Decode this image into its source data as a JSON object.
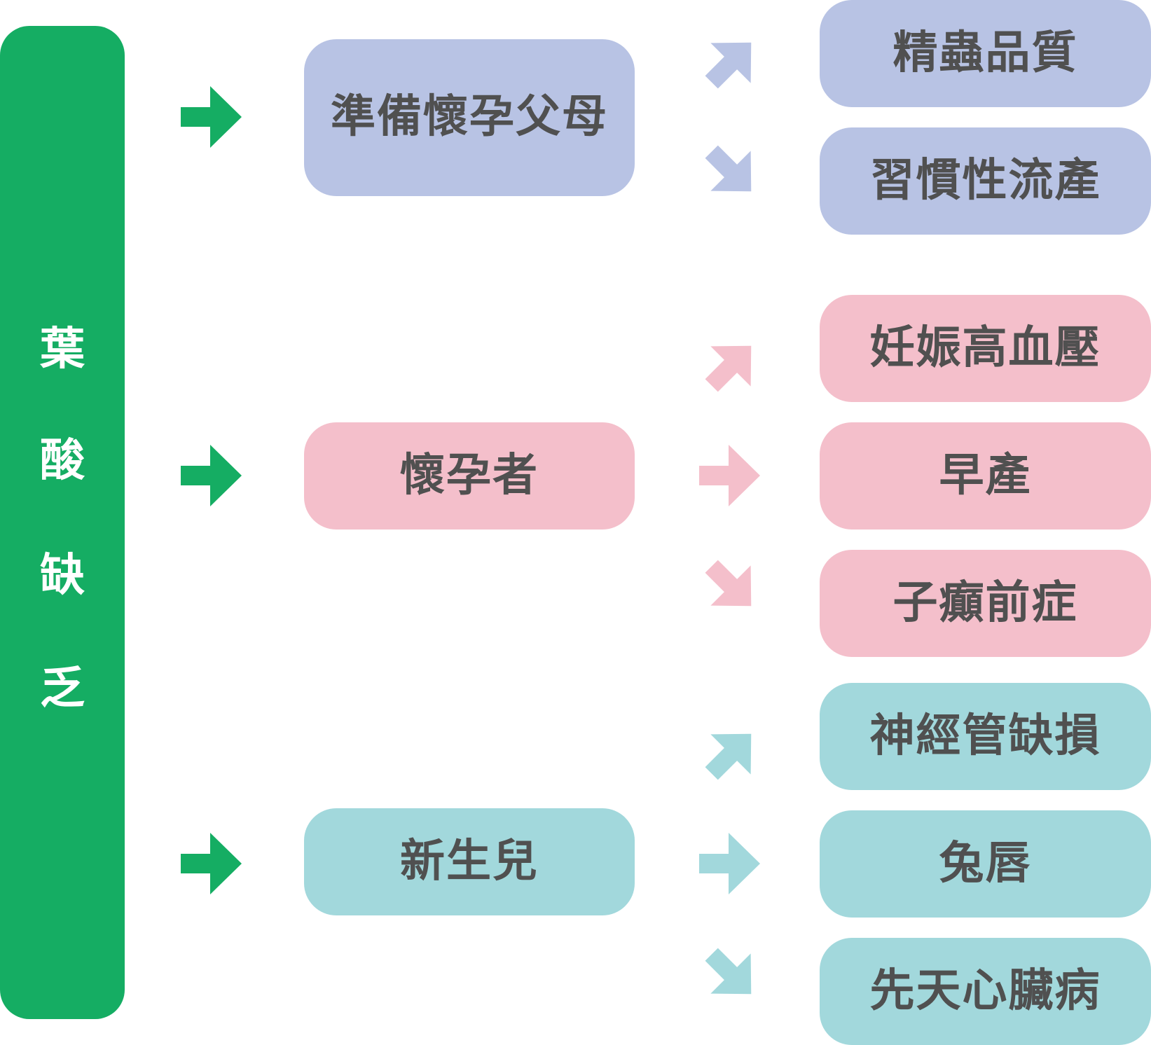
{
  "root": {
    "label": "葉酸缺乏",
    "chars": [
      "葉",
      "酸",
      "缺",
      "乏"
    ],
    "color": "#15AD63"
  },
  "colors": {
    "purple": "#B8C3E4",
    "pink": "#F4BFCB",
    "teal": "#A2D8DC",
    "arrow_green": "#15AD63",
    "text": "#505050"
  },
  "groups": [
    {
      "label_lines": [
        "準備懷孕",
        "父母"
      ],
      "outcomes": [
        "精蟲品質",
        "習慣性流產"
      ]
    },
    {
      "label_lines": [
        "懷孕者"
      ],
      "outcomes": [
        "妊娠高血壓",
        "早產",
        "子癲前症"
      ]
    },
    {
      "label_lines": [
        "新生兒"
      ],
      "outcomes": [
        "神經管缺損",
        "兔唇",
        "先天心臟病"
      ]
    }
  ]
}
